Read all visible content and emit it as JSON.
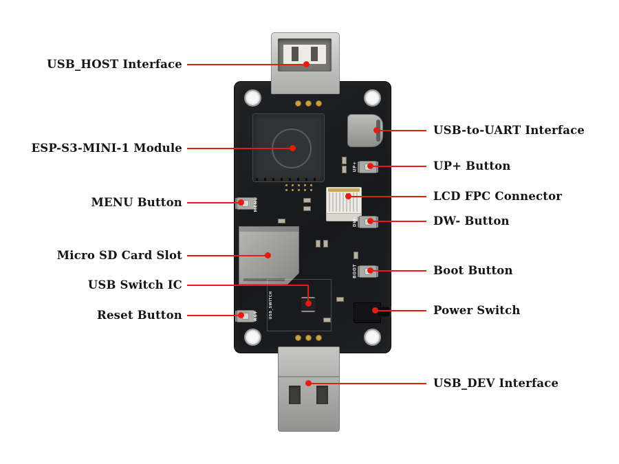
{
  "callouts_left": [
    {
      "label": "USB_HOST Interface"
    },
    {
      "label": "ESP-S3-MINI-1 Module"
    },
    {
      "label": "MENU Button"
    },
    {
      "label": "Micro SD Card Slot"
    },
    {
      "label": "USB Switch IC"
    },
    {
      "label": "Reset Button"
    }
  ],
  "callouts_right": [
    {
      "label": "USB-to-UART Interface"
    },
    {
      "label": "UP+ Button"
    },
    {
      "label": "LCD FPC Connector"
    },
    {
      "label": "DW- Button"
    },
    {
      "label": "Boot Button"
    },
    {
      "label": "Power Switch"
    },
    {
      "label": "USB_DEV Interface"
    }
  ],
  "silkscreen": {
    "menu": "MENU",
    "reset": "RST",
    "boot": "BOOT",
    "up": "UP+",
    "down": "DW-",
    "usb_switch": "USB_SWITCH"
  },
  "colors": {
    "callout_red": "#e71c10",
    "board_black": "#1b1d20"
  }
}
